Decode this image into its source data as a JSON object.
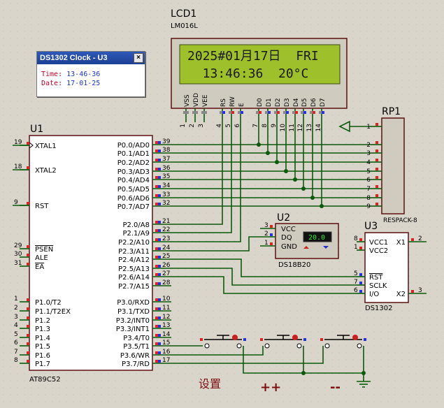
{
  "lcd": {
    "ref": "LCD1",
    "part": "LM016L",
    "line1": "2025#01月17日  FRI",
    "line2": "  13:46:36  20°C",
    "pins": [
      {
        "label": "VSS",
        "num": "1"
      },
      {
        "label": "VDD",
        "num": "2"
      },
      {
        "label": "VEE",
        "num": "3"
      },
      {
        "label": "RS",
        "num": "4"
      },
      {
        "label": "RW",
        "num": "5"
      },
      {
        "label": "E",
        "num": "6"
      },
      {
        "label": "D0",
        "num": "7"
      },
      {
        "label": "D1",
        "num": "8"
      },
      {
        "label": "D2",
        "num": "9"
      },
      {
        "label": "D3",
        "num": "10"
      },
      {
        "label": "D4",
        "num": "11"
      },
      {
        "label": "D5",
        "num": "12"
      },
      {
        "label": "D6",
        "num": "13"
      },
      {
        "label": "D7",
        "num": "14"
      }
    ]
  },
  "popup": {
    "title": "DS1302 Clock - U3",
    "time_key": "Time:",
    "time_val": "13-46-36",
    "date_key": "Date:",
    "date_val": "17-01-25"
  },
  "u1": {
    "ref": "U1",
    "part": "AT89C52",
    "left_pins": [
      {
        "label": "XTAL1",
        "num": "19"
      },
      {
        "label": "XTAL2",
        "num": "18"
      },
      {
        "label": "RST",
        "num": "9"
      },
      {
        "label": "PSEN",
        "num": "29"
      },
      {
        "label": "ALE",
        "num": "30"
      },
      {
        "label": "EA",
        "num": "31"
      },
      {
        "label": "P1.0/T2",
        "num": "1"
      },
      {
        "label": "P1.1/T2EX",
        "num": "2"
      },
      {
        "label": "P1.2",
        "num": "3"
      },
      {
        "label": "P1.3",
        "num": "4"
      },
      {
        "label": "P1.4",
        "num": "5"
      },
      {
        "label": "P1.5",
        "num": "6"
      },
      {
        "label": "P1.6",
        "num": "7"
      },
      {
        "label": "P1.7",
        "num": "8"
      }
    ],
    "right_pins": [
      {
        "label": "P0.0/AD0",
        "num": "39"
      },
      {
        "label": "P0.1/AD1",
        "num": "38"
      },
      {
        "label": "P0.2/AD2",
        "num": "37"
      },
      {
        "label": "P0.3/AD3",
        "num": "36"
      },
      {
        "label": "P0.4/AD4",
        "num": "35"
      },
      {
        "label": "P0.5/AD5",
        "num": "34"
      },
      {
        "label": "P0.6/AD6",
        "num": "33"
      },
      {
        "label": "P0.7/AD7",
        "num": "32"
      },
      {
        "label": "P2.0/A8",
        "num": "21"
      },
      {
        "label": "P2.1/A9",
        "num": "22"
      },
      {
        "label": "P2.2/A10",
        "num": "23"
      },
      {
        "label": "P2.3/A11",
        "num": "24"
      },
      {
        "label": "P2.4/A12",
        "num": "25"
      },
      {
        "label": "P2.5/A13",
        "num": "26"
      },
      {
        "label": "P2.6/A14",
        "num": "27"
      },
      {
        "label": "P2.7/A15",
        "num": "28"
      },
      {
        "label": "P3.0/RXD",
        "num": "10"
      },
      {
        "label": "P3.1/TXD",
        "num": "11"
      },
      {
        "label": "P3.2/INT0",
        "num": "12"
      },
      {
        "label": "P3.3/INT1",
        "num": "13"
      },
      {
        "label": "P3.4/T0",
        "num": "14"
      },
      {
        "label": "P3.5/T1",
        "num": "15"
      },
      {
        "label": "P3.6/WR",
        "num": "16"
      },
      {
        "label": "P3.7/RD",
        "num": "17"
      }
    ]
  },
  "rp1": {
    "ref": "RP1",
    "part": "RESPACK-8",
    "pins": [
      "1",
      "2",
      "3",
      "4",
      "5",
      "6",
      "7",
      "8",
      "9"
    ]
  },
  "u2": {
    "ref": "U2",
    "part": "DS18B20",
    "pins": [
      {
        "label": "VCC",
        "num": "3"
      },
      {
        "label": "DQ",
        "num": "2"
      },
      {
        "label": "GND",
        "num": "1"
      }
    ],
    "reading": "20.0"
  },
  "u3": {
    "ref": "U3",
    "part": "DS1302",
    "left_pins": [
      {
        "label": "VCC1",
        "num": "8"
      },
      {
        "label": "VCC2",
        "num": "1"
      },
      {
        "label": "RST",
        "num": "5"
      },
      {
        "label": "SCLK",
        "num": "7"
      },
      {
        "label": "I/O",
        "num": "6"
      }
    ],
    "right_pins": [
      {
        "label": "X1",
        "num": "2"
      },
      {
        "label": "X2",
        "num": "3"
      }
    ]
  },
  "buttons": {
    "set_label": "设置",
    "plus_label": "++",
    "minus_label": "--"
  },
  "colors": {
    "background": "#d9d5cb",
    "wire": "#0b5a0b",
    "body_outline": "#5a1010",
    "chip_fill": "#ffffff",
    "lcd_screen": "#9ec02a",
    "label_red": "#7a1010",
    "pin_blue": "#2233dd",
    "pin_red": "#dd2222"
  }
}
